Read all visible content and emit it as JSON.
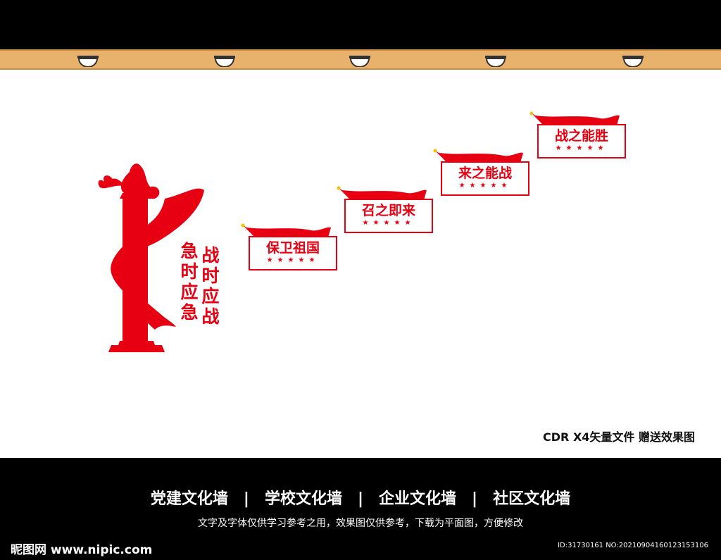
{
  "wall": {
    "slogan_right": "战时应战",
    "slogan_left": "急时应急",
    "boards": [
      {
        "label": "保卫祖国",
        "stars": "★★★★★"
      },
      {
        "label": "召之即来",
        "stars": "★★★★★"
      },
      {
        "label": "来之能战",
        "stars": "★★★★★"
      },
      {
        "label": "战之能胜",
        "stars": "★★★★★"
      }
    ],
    "caption": "CDR X4矢量文件  赠送效果图"
  },
  "footer": {
    "categories": [
      "党建文化墙",
      "学校文化墙",
      "企业文化墙",
      "社区文化墙"
    ],
    "separator": "|",
    "note": "文字及字体仅供学习参考之用，效果图仅供参考，下载为平面图，方便修改",
    "site": "昵图网 www.nipic.com",
    "id": "ID:31730161 NO:20210904160123153106"
  },
  "colors": {
    "accent": "#e60012",
    "shelf": "#e9b26c"
  }
}
